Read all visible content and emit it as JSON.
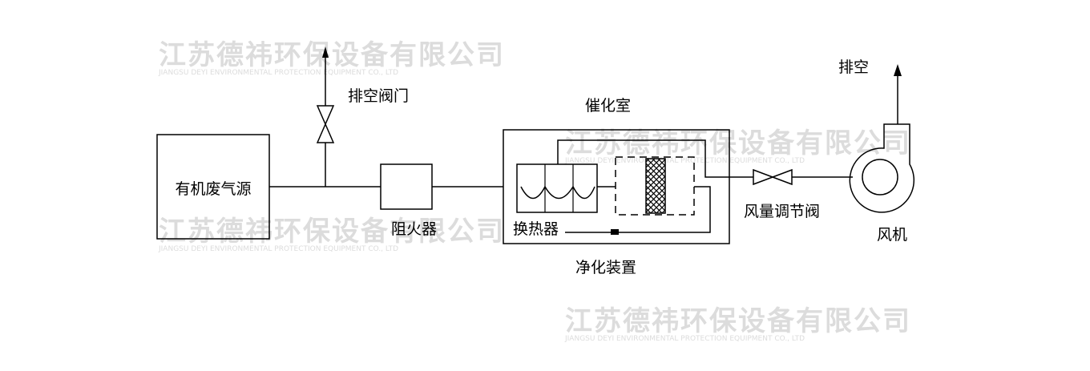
{
  "diagram": {
    "labels": {
      "source": "有机废气源",
      "vent_valve": "排空阀门",
      "flame_arrester": "阻火器",
      "catalytic_chamber": "催化室",
      "heat_exchanger": "换热器",
      "purifier": "净化装置",
      "air_volume_valve": "风量调节阀",
      "exhaust": "排空",
      "fan": "风机"
    }
  },
  "watermark": {
    "company_cn": "江苏德祎环保设备有限公司",
    "company_en": "JIANGSU DEYI ENVIRONMENTAL PROTECTION EQUIPMENT CO., LTD"
  },
  "colors": {
    "line": "#000000",
    "watermark": "#dcdcdc",
    "background": "#ffffff"
  }
}
